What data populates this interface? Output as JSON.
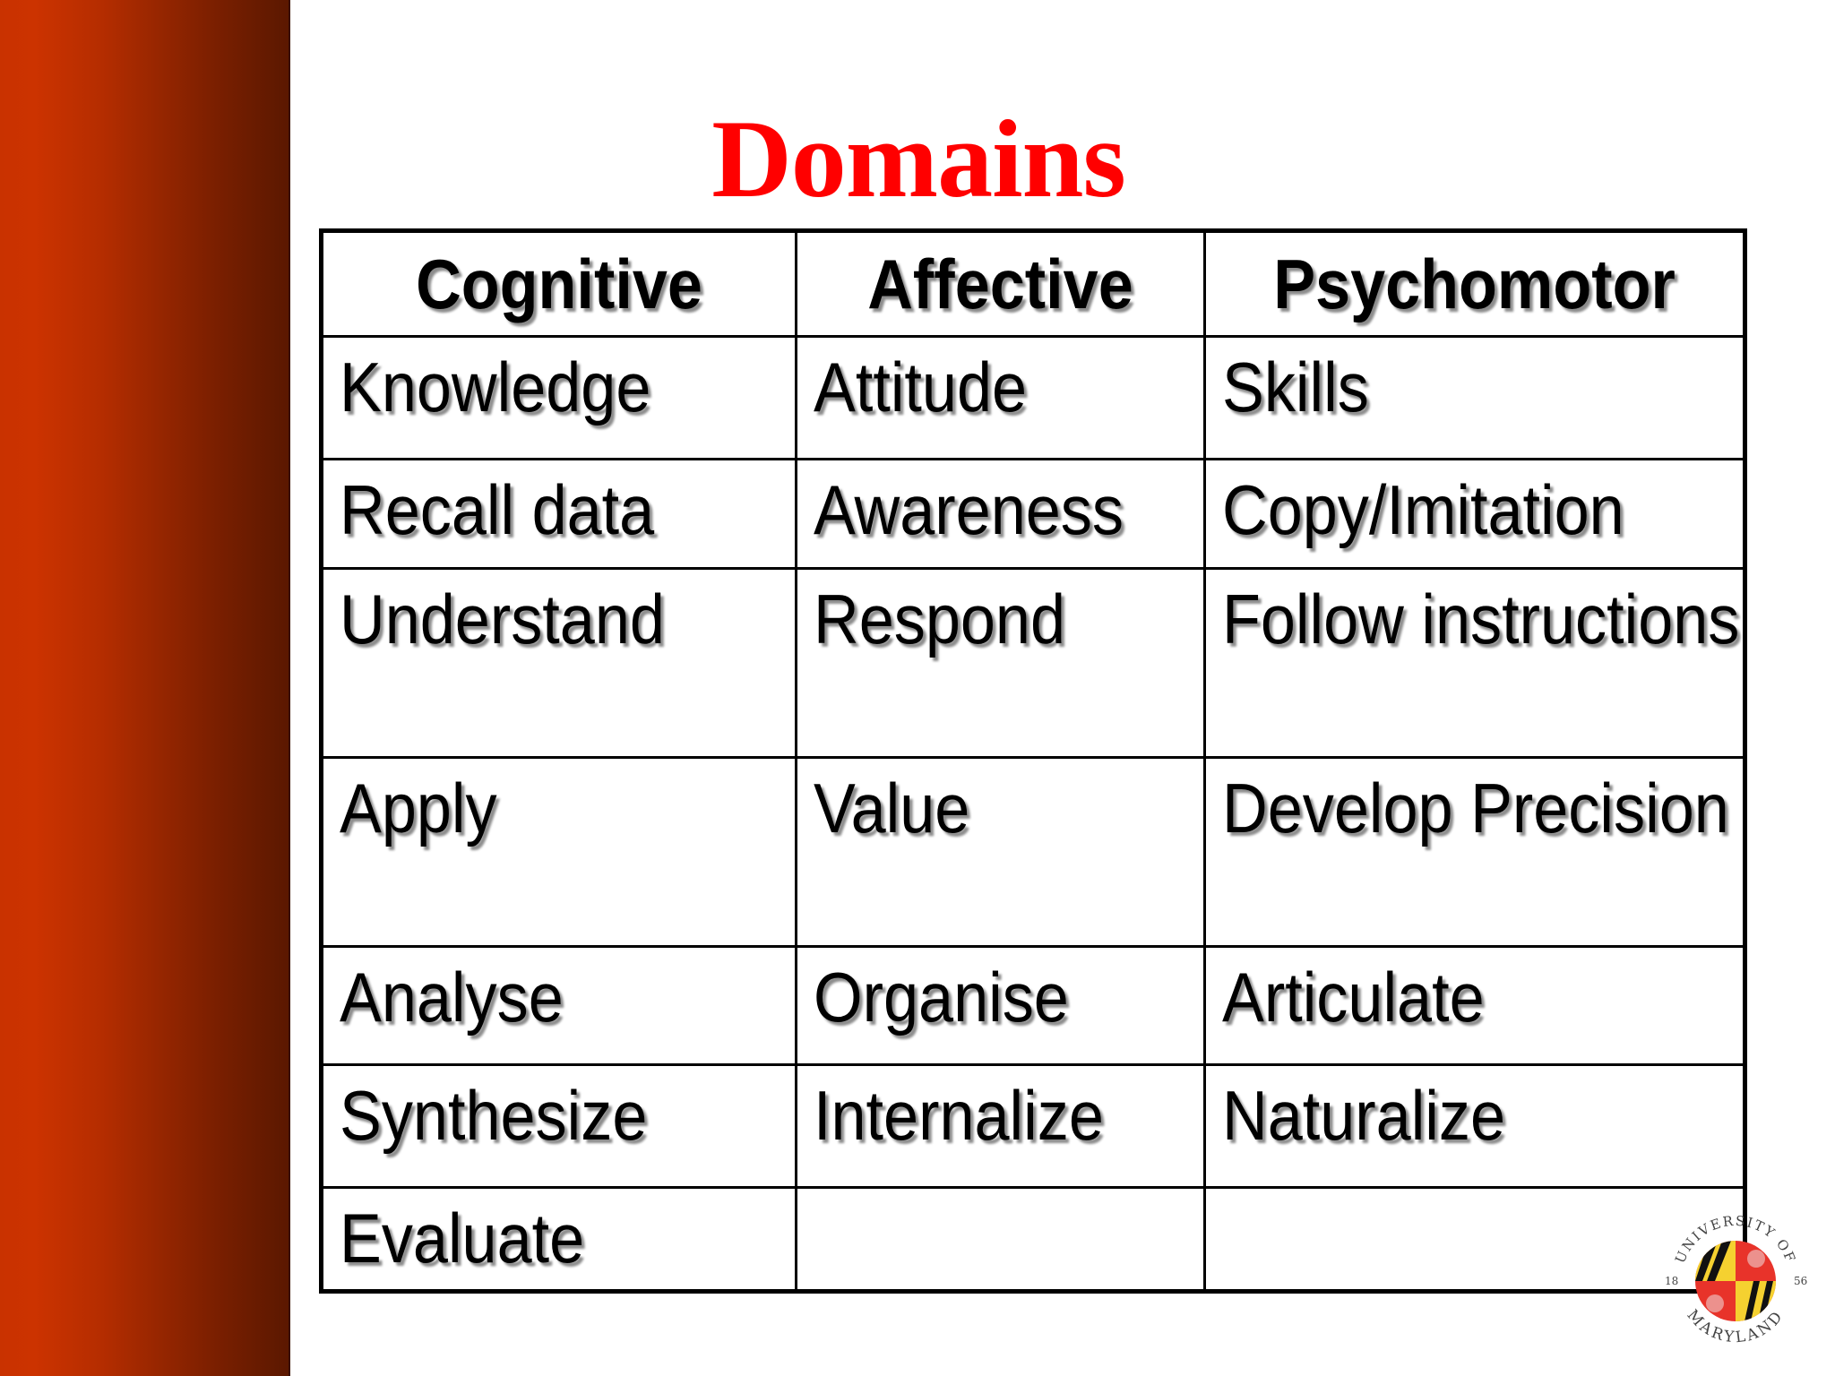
{
  "slide": {
    "title": "Domains",
    "colors": {
      "title": "#ff0000",
      "sidebar_light": "#cc3300",
      "sidebar_dark": "#5b1800",
      "table_border": "#000000"
    }
  },
  "table": {
    "headers": [
      "Cognitive",
      "Affective",
      "Psychomotor"
    ],
    "rows": [
      [
        "Knowledge",
        "Attitude",
        "Skills"
      ],
      [
        "Recall data",
        "Awareness",
        "Copy/Imitation"
      ],
      [
        "Understand",
        "Respond",
        "Follow instructions"
      ],
      [
        "Apply",
        "Value",
        "Develop Precision"
      ],
      [
        "Analyse",
        "Organise",
        "Articulate"
      ],
      [
        "Synthesize",
        "Internalize",
        "Naturalize"
      ],
      [
        "Evaluate",
        "",
        ""
      ]
    ]
  },
  "logo": {
    "top_text": "UNIVERSITY OF",
    "bottom_text": "MARYLAND",
    "year_left": "18",
    "year_right": "56"
  }
}
